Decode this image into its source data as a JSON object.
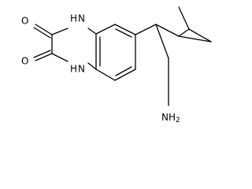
{
  "molecule": {
    "atom_labels": {
      "o_top": "O",
      "o_bottom": "O",
      "nh_top": "H",
      "n_top": "N",
      "nh_bottom": "H",
      "n_bottom": "N",
      "amine": "NH",
      "amine_sub": "2"
    }
  }
}
